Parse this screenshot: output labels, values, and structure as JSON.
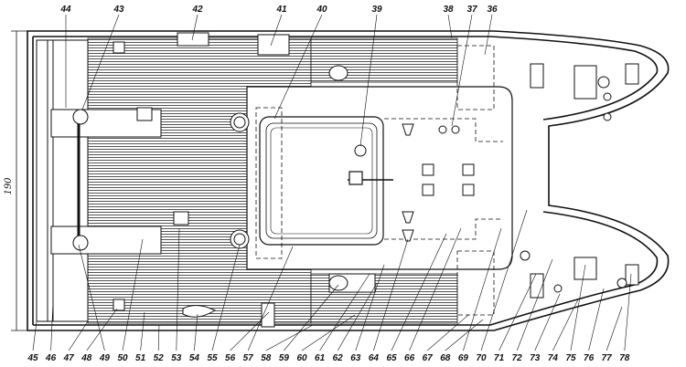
{
  "drawing": {
    "dimension_label": "190",
    "top_callouts": [
      "44",
      "43",
      "42",
      "41",
      "40",
      "39",
      "38",
      "37",
      "36"
    ],
    "bottom_callouts": [
      "45",
      "46",
      "47",
      "48",
      "49",
      "50",
      "51",
      "52",
      "53",
      "54",
      "55",
      "56",
      "57",
      "58",
      "59",
      "60",
      "61",
      "62",
      "63",
      "64",
      "65",
      "66",
      "67",
      "68",
      "69",
      "70",
      "71",
      "72",
      "73",
      "74",
      "75",
      "76",
      "77",
      "78"
    ],
    "colors": {
      "ink": "#111111",
      "paper": "#ffffff",
      "deck_hatch": "#6b6b6b"
    }
  }
}
